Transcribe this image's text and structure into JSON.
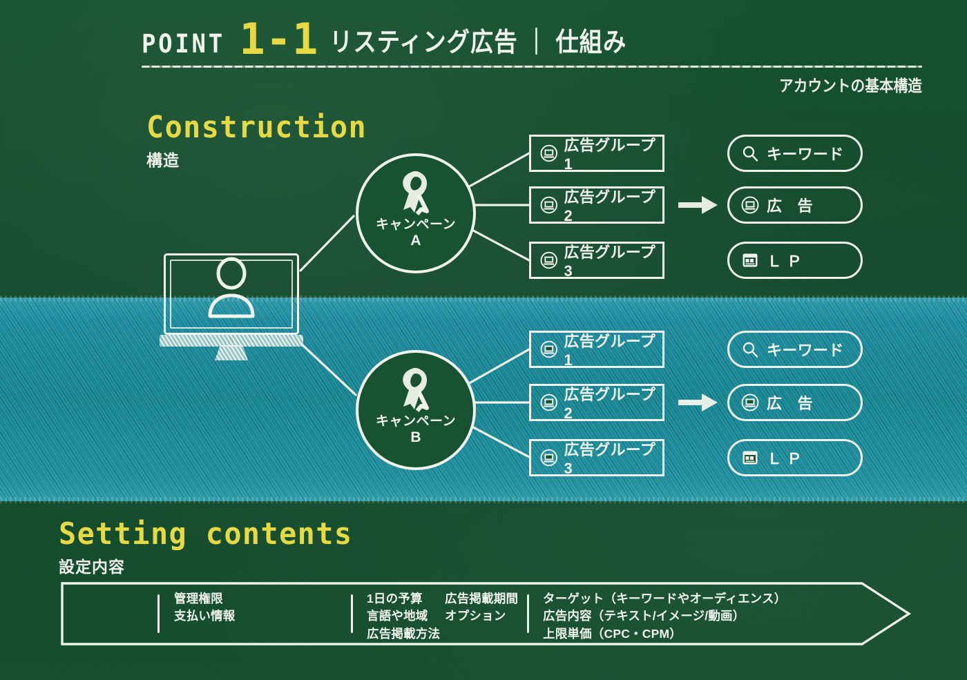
{
  "header": {
    "point_label": "POINT",
    "point_number": "1-1",
    "title": "リスティング広告 ｜ 仕組み",
    "note": "アカウントの基本構造"
  },
  "sections": {
    "construction": {
      "en": "Construction",
      "jp": "構造"
    },
    "setting": {
      "en": "Setting contents",
      "jp": "設定内容"
    }
  },
  "diagram": {
    "account_icon": "monitor-user-icon",
    "campaigns": [
      {
        "icon": "ribbon-icon",
        "label": "キャンペーン",
        "letter": "A",
        "groups": [
          "広告グループ1",
          "広告グループ2",
          "広告グループ3"
        ],
        "assets": [
          "キーワード",
          "広　告",
          "ＬＰ"
        ]
      },
      {
        "icon": "ribbon-icon",
        "label": "キャンペーン",
        "letter": "B",
        "groups": [
          "広告グループ1",
          "広告グループ2",
          "広告グループ3"
        ],
        "assets": [
          "キーワード",
          "広　告",
          "ＬＰ"
        ]
      }
    ],
    "asset_icons": [
      "search-icon",
      "monitor-icon",
      "landing-page-icon"
    ],
    "group_icon": "monitor-icon",
    "flow_arrow_icon": "arrow-right-icon"
  },
  "settings_banner": {
    "columns": [
      {
        "items": [
          "管理権限",
          "支払い情報"
        ]
      },
      {
        "items": [
          "1日の予算",
          "言語や地域",
          "広告掲載方法"
        ]
      },
      {
        "items": [
          "広告掲載期間",
          "オプション"
        ]
      },
      {
        "items": [
          "ターゲット（キーワードやオーディエンス）",
          "広告内容（テキスト/イメージ/動画）",
          "上限単価（CPC・CPM）"
        ]
      }
    ]
  },
  "colors": {
    "board_green": "#154f2d",
    "teal_band": "#188fa3",
    "chalk_white": "#f2f5ee",
    "chalk_yellow": "#e7d944"
  }
}
